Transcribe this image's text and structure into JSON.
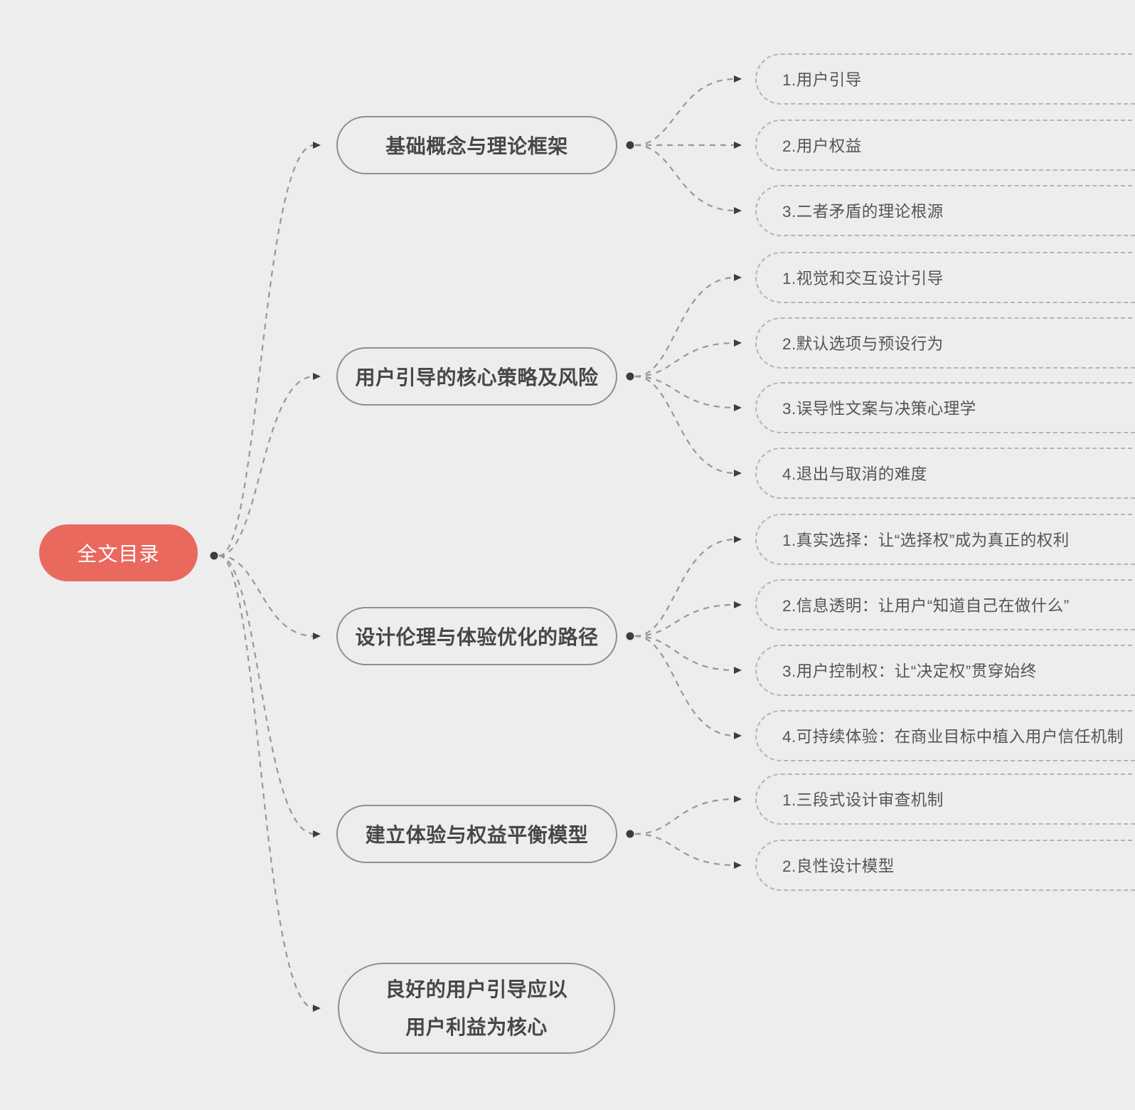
{
  "root": {
    "label": "全文目录"
  },
  "branches": [
    {
      "label": "基础概念与理论框架",
      "children": [
        "1.用户引导",
        "2.用户权益",
        "3.二者矛盾的理论根源"
      ]
    },
    {
      "label": "用户引导的核心策略及风险",
      "children": [
        "1.视觉和交互设计引导",
        "2.默认选项与预设行为",
        "3.误导性文案与决策心理学",
        "4.退出与取消的难度"
      ]
    },
    {
      "label": "设计伦理与体验优化的路径",
      "children": [
        "1.真实选择：让“选择权”成为真正的权利",
        "2.信息透明：让用户“知道自己在做什么”",
        "3.用户控制权：让“决定权”贯穿始终",
        "4.可持续体验：在商业目标中植入用户信任机制"
      ]
    },
    {
      "label": "建立体验与权益平衡模型",
      "children": [
        "1.三段式设计审查机制",
        "2.良性设计模型"
      ]
    },
    {
      "label": "良好的用户引导应以\n用户利益为核心",
      "children": []
    }
  ],
  "colors": {
    "background": "#ededee",
    "root_fill": "#E9695F",
    "root_text": "#ffffff",
    "pill_border": "#8f8f8f",
    "pill_text": "#474747",
    "child_border": "#b4b4b4",
    "child_text": "#555555",
    "connector": "#979797",
    "arrow": "#3d3d3d"
  }
}
